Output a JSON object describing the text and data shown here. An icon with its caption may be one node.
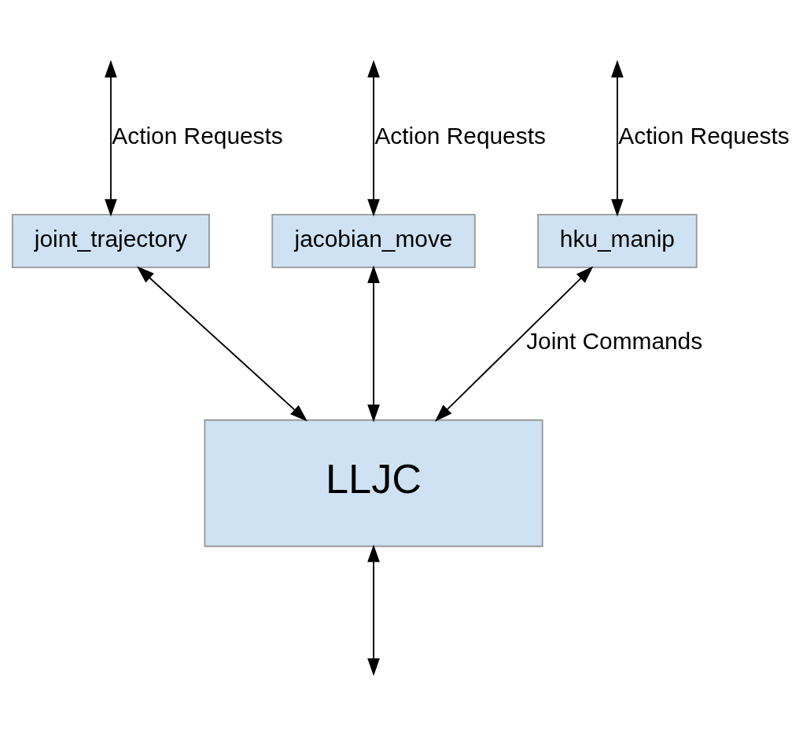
{
  "diagram": {
    "nodes": [
      {
        "text": [
          "hku_manip"
        ]
      },
      {
        "text": [
          "joint_trajectory"
        ]
      },
      {
        "text": [
          "jacobian_move"
        ]
      },
      {
        "text": [
          "LLJC"
        ]
      }
    ],
    "edges": [
      {
        "from": null,
        "to": 1,
        "arrow": "both",
        "label": "Action Requests"
      },
      {
        "from": null,
        "to": 0,
        "arrow": "both",
        "label": "Action Requests"
      },
      {
        "from": null,
        "to": 2,
        "arrow": "both",
        "label": "Action Requests"
      },
      {
        "from": 1,
        "to": 3,
        "arrow": "both"
      },
      {
        "from": 0,
        "to": 3,
        "arrow": "both",
        "label": "Joint Commands"
      },
      {
        "from": 2,
        "to": 3,
        "arrow": "both"
      },
      {
        "from": 3,
        "to": null,
        "arrow": "both"
      }
    ]
  }
}
